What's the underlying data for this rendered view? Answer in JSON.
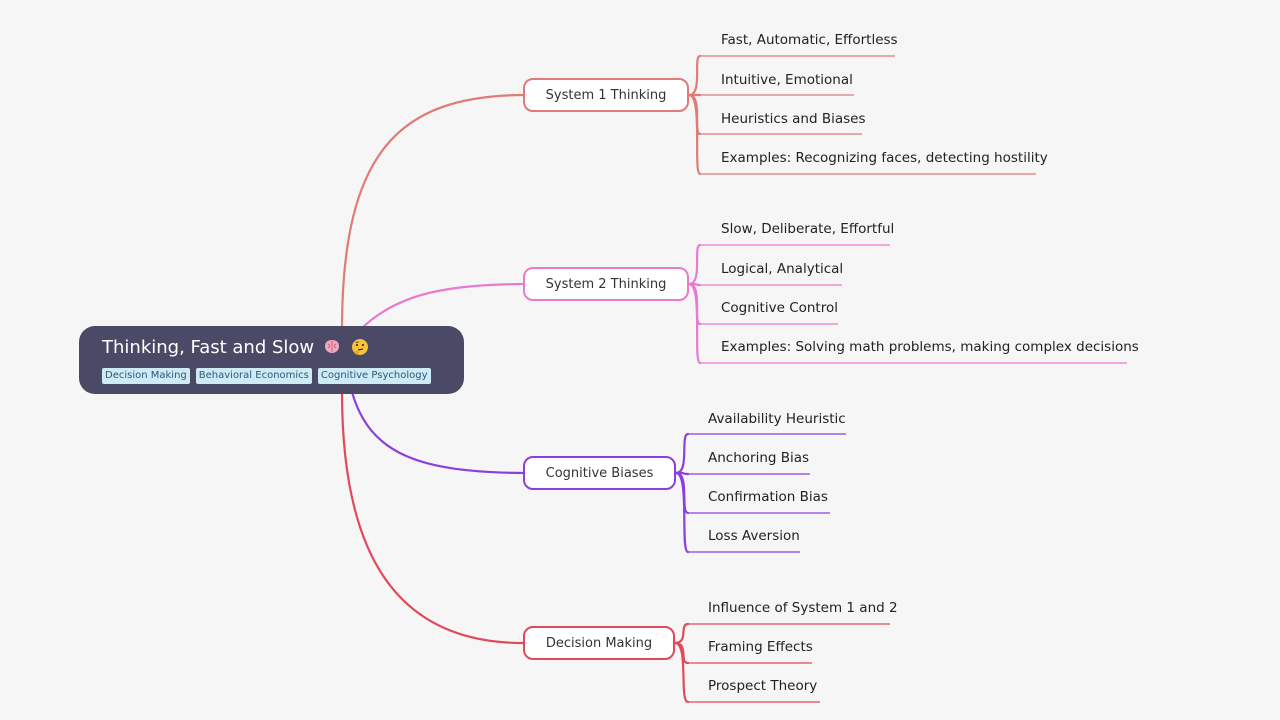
{
  "root": {
    "title": "Thinking, Fast and Slow",
    "emojis": [
      "brain-icon",
      "thinking-face-icon"
    ],
    "tags": [
      "Decision Making",
      "Behavioral Economics",
      "Cognitive Psychology"
    ]
  },
  "branches": [
    {
      "label": "System 1 Thinking",
      "color": "#e07b78",
      "children": [
        "Fast, Automatic, Effortless",
        "Intuitive, Emotional",
        "Heuristics and Biases",
        "Examples: Recognizing faces, detecting hostility"
      ]
    },
    {
      "label": "System 2 Thinking",
      "color": "#e87ad0",
      "children": [
        "Slow, Deliberate, Effortful",
        "Logical, Analytical",
        "Cognitive Control",
        "Examples: Solving math problems, making complex decisions"
      ]
    },
    {
      "label": "Cognitive Biases",
      "color": "#8c3fe0",
      "children": [
        "Availability Heuristic",
        "Anchoring Bias",
        "Confirmation Bias",
        "Loss Aversion"
      ]
    },
    {
      "label": "Decision Making",
      "color": "#e04a5a",
      "children": [
        "Influence of System 1 and 2",
        "Framing Effects",
        "Prospect Theory"
      ]
    }
  ]
}
